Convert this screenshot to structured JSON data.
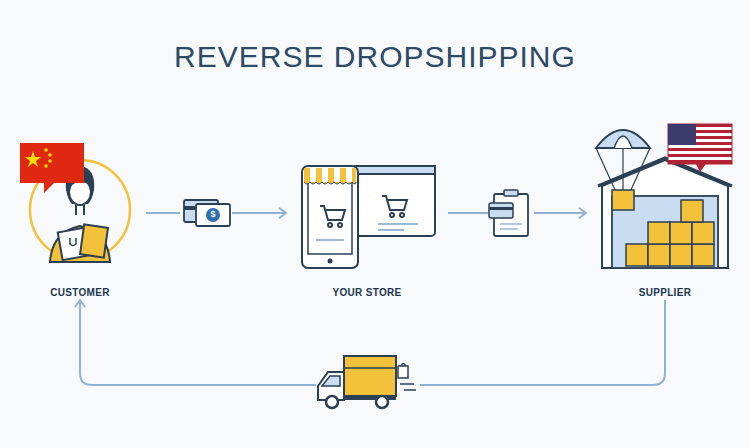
{
  "diagram": {
    "title": "REVERSE DROPSHIPPING",
    "nodes": [
      {
        "text": [
          "CUSTOMER"
        ]
      },
      {
        "text": [
          "YOUR STORE"
        ]
      },
      {
        "text": [
          "SUPPLIER"
        ]
      }
    ],
    "edges": [
      {
        "from": 0,
        "to": 1,
        "arrow": "to"
      },
      {
        "from": 1,
        "to": 2,
        "arrow": "to"
      },
      {
        "from": 2,
        "to": 0,
        "arrow": "to"
      }
    ],
    "labels": [
      "$"
    ]
  }
}
